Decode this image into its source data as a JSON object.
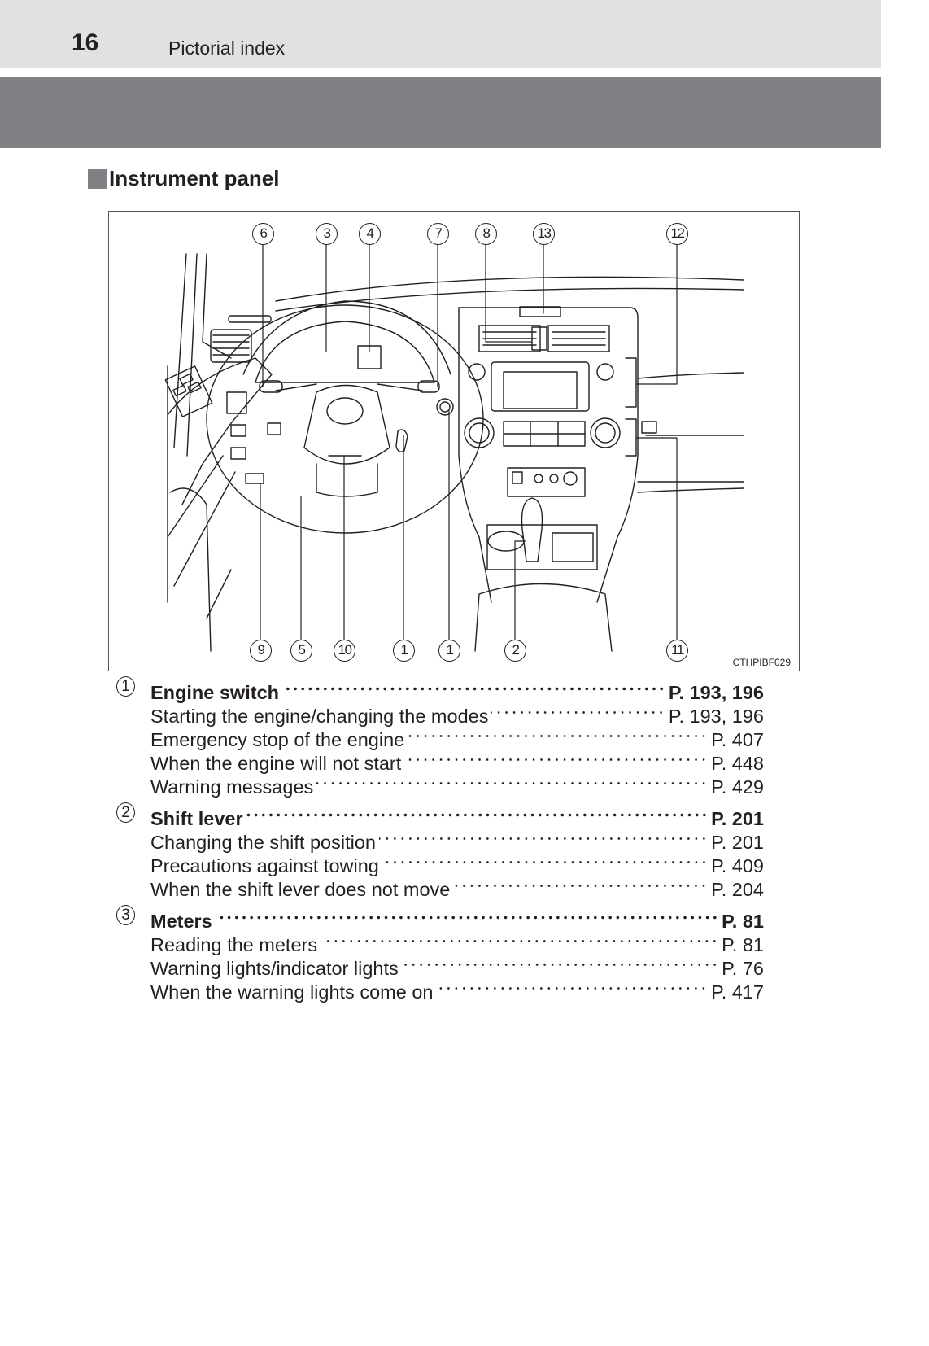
{
  "header": {
    "page_number": "16",
    "running_title": "Pictorial index",
    "band_light_color": "#e0e1e3",
    "band_dark_color": "#808184"
  },
  "section": {
    "title": "Instrument panel",
    "marker_icon": "gray-square-icon"
  },
  "figure": {
    "code": "CTHPIBF029",
    "callouts_top": [
      "6",
      "3",
      "4",
      "7",
      "8",
      "13",
      "12"
    ],
    "callouts_bottom": [
      "9",
      "5",
      "10",
      "1",
      "1",
      "2",
      "11"
    ]
  },
  "index": [
    {
      "number": "1",
      "title": "Engine switch",
      "pages": "P. 193, 196",
      "items": [
        {
          "label": "Starting the engine/changing the modes",
          "pages": "P. 193, 196"
        },
        {
          "label": "Emergency stop of the engine",
          "pages": "P. 407"
        },
        {
          "label": "When the engine will not start",
          "pages": "P. 448"
        },
        {
          "label": "Warning messages",
          "pages": "P. 429"
        }
      ]
    },
    {
      "number": "2",
      "title": "Shift lever",
      "pages": "P. 201",
      "items": [
        {
          "label": "Changing the shift position",
          "pages": "P. 201"
        },
        {
          "label": "Precautions against towing",
          "pages": "P. 409"
        },
        {
          "label": "When the shift lever does not move",
          "pages": "P. 204"
        }
      ]
    },
    {
      "number": "3",
      "title": "Meters",
      "pages": "P. 81",
      "items": [
        {
          "label": "Reading the meters",
          "pages": "P. 81"
        },
        {
          "label": "Warning lights/indicator lights",
          "pages": "P. 76"
        },
        {
          "label": "When the warning lights come on",
          "pages": "P. 417"
        }
      ]
    }
  ]
}
